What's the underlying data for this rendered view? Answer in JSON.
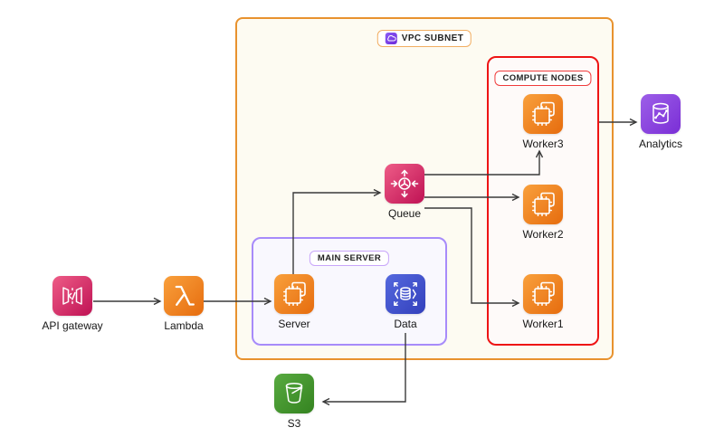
{
  "containers": {
    "vpc": {
      "label": "VPC SUBNET"
    },
    "compute": {
      "label": "COMPUTE NODES"
    },
    "main": {
      "label": "MAIN SERVER"
    }
  },
  "nodes": {
    "api_gateway": {
      "label": "API gateway"
    },
    "lambda": {
      "label": "Lambda"
    },
    "server": {
      "label": "Server"
    },
    "data": {
      "label": "Data"
    },
    "queue": {
      "label": "Queue"
    },
    "worker1": {
      "label": "Worker1"
    },
    "worker2": {
      "label": "Worker2"
    },
    "worker3": {
      "label": "Worker3"
    },
    "analytics": {
      "label": "Analytics"
    },
    "s3": {
      "label": "S3"
    }
  },
  "edges": [
    {
      "from": "API gateway",
      "to": "Lambda"
    },
    {
      "from": "Lambda",
      "to": "Server"
    },
    {
      "from": "Server",
      "to": "Queue"
    },
    {
      "from": "Queue",
      "to": "Worker3"
    },
    {
      "from": "Queue",
      "to": "Worker2"
    },
    {
      "from": "Queue",
      "to": "Worker1"
    },
    {
      "from": "Compute nodes",
      "to": "Analytics"
    },
    {
      "from": "Data",
      "to": "S3"
    }
  ],
  "colors": {
    "vpc_border": "#E8922E",
    "red_border": "#EE1414",
    "purple_border": "#A78BFA",
    "edge": "#3A3A3A",
    "orange_icon": "#ED7711",
    "pink_icon": "#D6336C",
    "blue_icon": "#4252C7",
    "purple_icon": "#8A43DC",
    "green_icon": "#3F9229"
  }
}
